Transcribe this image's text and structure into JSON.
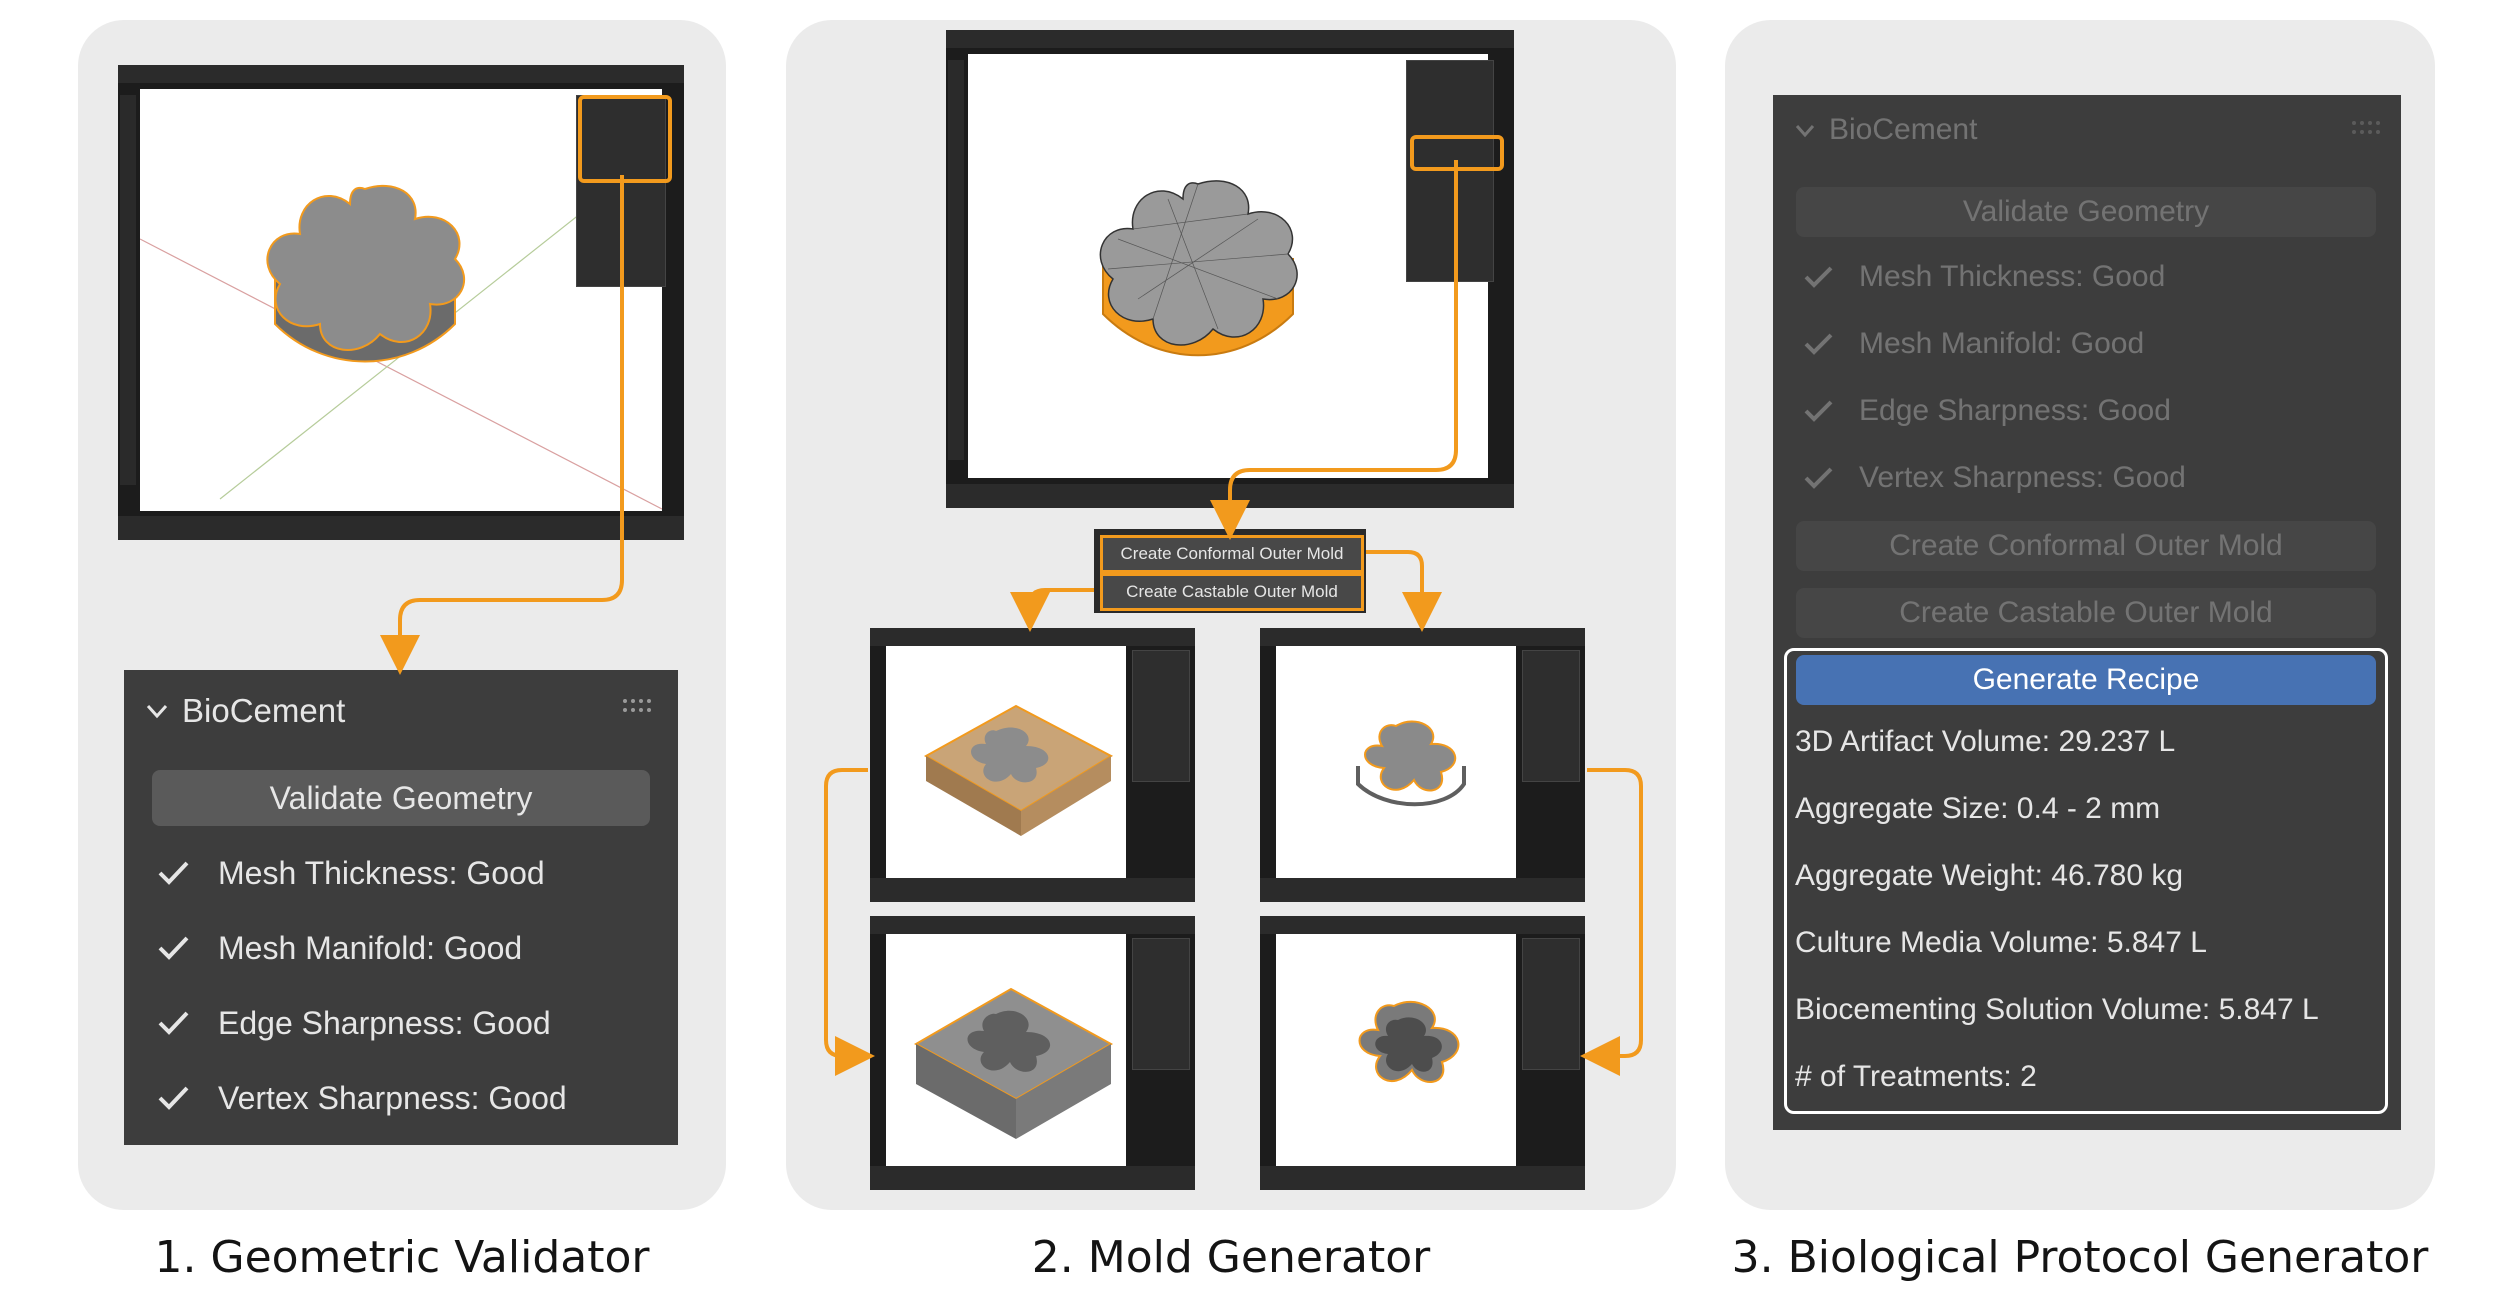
{
  "stages": [
    {
      "caption": "1. Geometric Validator"
    },
    {
      "caption": "2. Mold Generator"
    },
    {
      "caption": "3. Biological Protocol Generator"
    }
  ],
  "validator_panel": {
    "title": "BioCement",
    "validate_button": "Validate Geometry",
    "checks": [
      "Mesh Thickness: Good",
      "Mesh Manifold: Good",
      "Edge Sharpness: Good",
      "Vertex Sharpness: Good"
    ]
  },
  "mold_buttons": {
    "conformal": "Create Conformal Outer Mold",
    "castable": "Create Castable Outer Mold"
  },
  "protocol_panel": {
    "title": "BioCement",
    "validate_button": "Validate Geometry",
    "checks": [
      "Mesh Thickness: Good",
      "Mesh Manifold: Good",
      "Edge Sharpness: Good",
      "Vertex Sharpness: Good"
    ],
    "conformal_button": "Create Conformal Outer Mold",
    "castable_button": "Create Castable Outer Mold",
    "generate_button": "Generate Recipe",
    "results": [
      "3D Artifact Volume: 29.237 L",
      "Aggregate Size: 0.4 - 2 mm",
      "Aggregate Weight: 46.780 kg",
      "Culture Media Volume: 5.847 L",
      "Biocementing Solution Volume: 5.847 L",
      "# of Treatments: 2"
    ]
  },
  "colors": {
    "accent_orange": "#f29a1d",
    "button_blue": "#4772b3",
    "panel_dark": "#3d3d3d",
    "stage_bg": "#ebebeb"
  },
  "icons": [
    "chevron-down-icon",
    "drag-handle-icon",
    "checkmark-icon",
    "arrow-icon",
    "blender-viewport"
  ]
}
